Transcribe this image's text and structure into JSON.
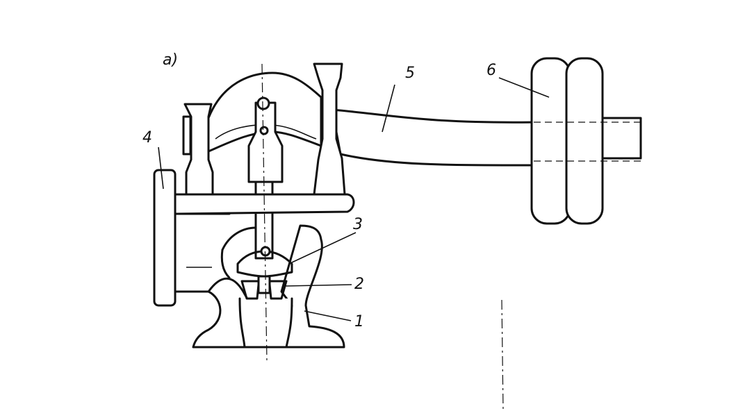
{
  "figure": {
    "panel_label": "a)",
    "callouts": [
      {
        "id": "1",
        "text": "1"
      },
      {
        "id": "2",
        "text": "2"
      },
      {
        "id": "3",
        "text": "3"
      },
      {
        "id": "4",
        "text": "4"
      },
      {
        "id": "5",
        "text": "5"
      },
      {
        "id": "6",
        "text": "6"
      }
    ]
  }
}
